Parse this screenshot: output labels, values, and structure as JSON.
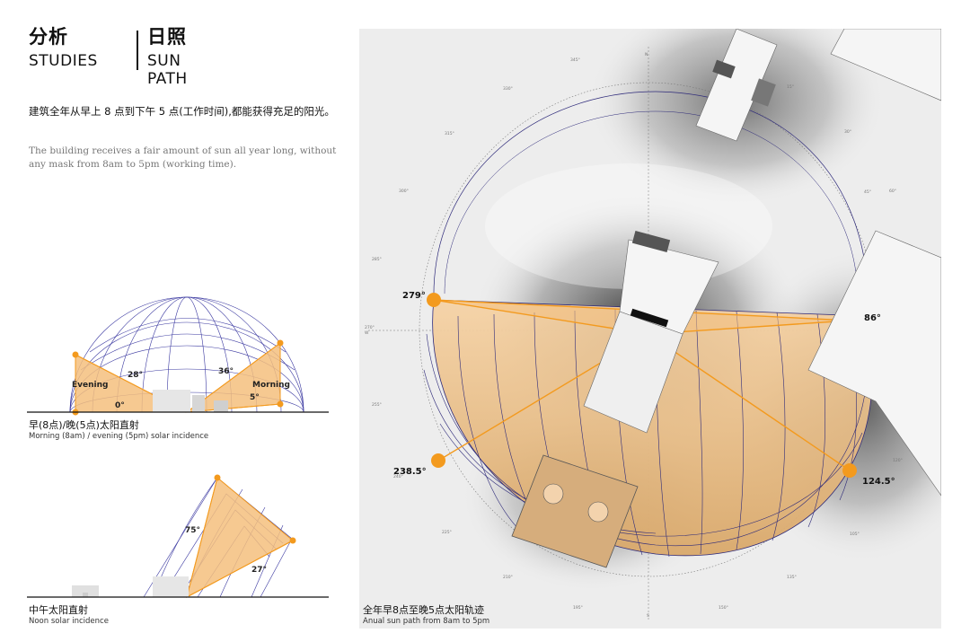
{
  "header": {
    "analysis_zh": "分析",
    "analysis_en": "STUDIES",
    "sun_zh": "日照",
    "sun_en": "SUN PATH"
  },
  "intro": {
    "zh": "建筑全年从早上 8 点到下午 5 点(工作时间),都能获得充足的阳光。",
    "en": "The building receives a fair amount of sun all year long, without any mask from 8am to 5pm (working time)."
  },
  "diagram_morning_evening": {
    "evening_label": "Evening",
    "morning_label": "Morning",
    "angle_28": "28°",
    "angle_36": "36°",
    "angle_0": "0°",
    "angle_5": "5°",
    "caption_zh": "早(8点)/晚(5点)太阳直射",
    "caption_en": "Morning (8am) / evening (5pm)  solar incidence"
  },
  "diagram_noon": {
    "angle_75": "75°",
    "angle_27": "27°",
    "caption_zh": "中午太阳直射",
    "caption_en": "Noon solar incidence"
  },
  "sun_path_plan": {
    "angle_279": "279°",
    "angle_86": "86°",
    "angle_238": "238.5°",
    "angle_124": "124.5°",
    "caption_zh": "全年早8点至晚5点太阳轨迹",
    "caption_en": "Anual sun path from 8am to 5pm",
    "north": "N",
    "south": "S",
    "west": "W",
    "compass_ticks": [
      "345°",
      "15°",
      "330°",
      "30°",
      "315°",
      "45°",
      "300°",
      "60°",
      "285°",
      "270°",
      "255°",
      "240°",
      "120°",
      "105°",
      "225°",
      "135°",
      "210°",
      "150°",
      "195°",
      "165°"
    ]
  },
  "colors": {
    "accent_orange": "#f39a1e",
    "sun_fill": "#f2c48a",
    "grid_navy": "#2e2a7a"
  }
}
